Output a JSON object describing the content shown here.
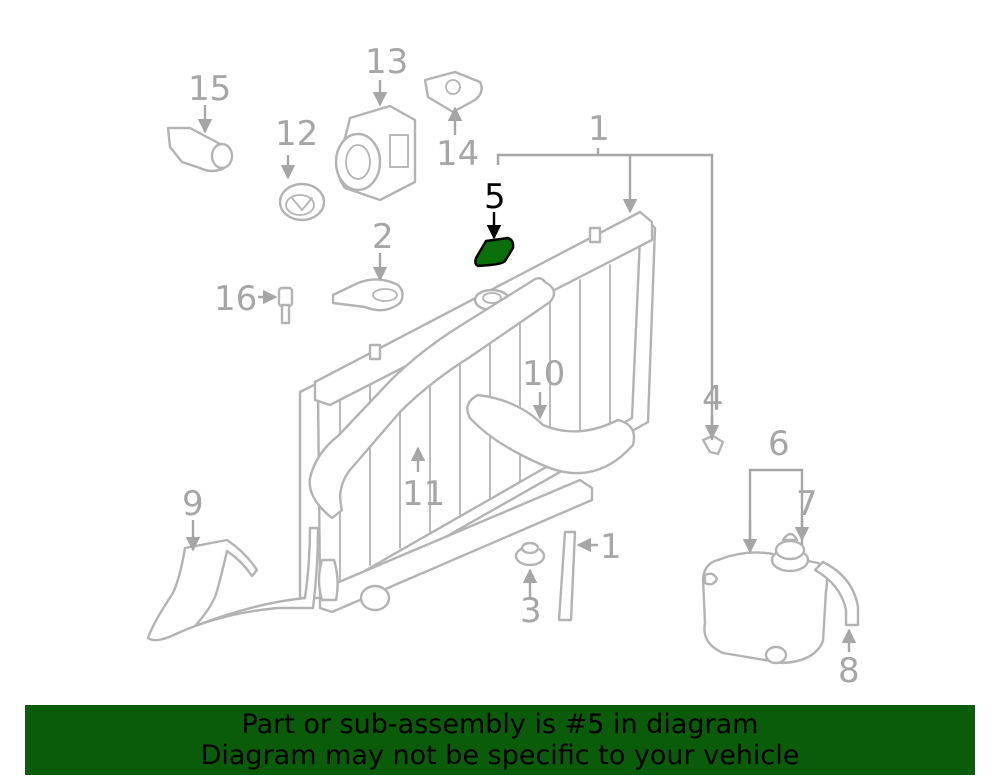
{
  "colors": {
    "highlight_fill": "#0a6e0a",
    "banner_bg": "#0a5c0a",
    "part_stroke": "#b3b3b3",
    "callout_text": "#a6a6a6",
    "highlight_text": "#000000"
  },
  "callouts": {
    "c1_top": "1",
    "c1_pipe": "1",
    "c2": "2",
    "c3": "3",
    "c4": "4",
    "c5": "5",
    "c6": "6",
    "c7": "7",
    "c8": "8",
    "c9": "9",
    "c10": "10",
    "c11": "11",
    "c12": "12",
    "c13": "13",
    "c14": "14",
    "c15": "15",
    "c16": "16"
  },
  "highlighted_part": "5",
  "banner": {
    "line1": "Part or sub-assembly is #5 in diagram",
    "line2": "Diagram may not be specific to your vehicle"
  }
}
